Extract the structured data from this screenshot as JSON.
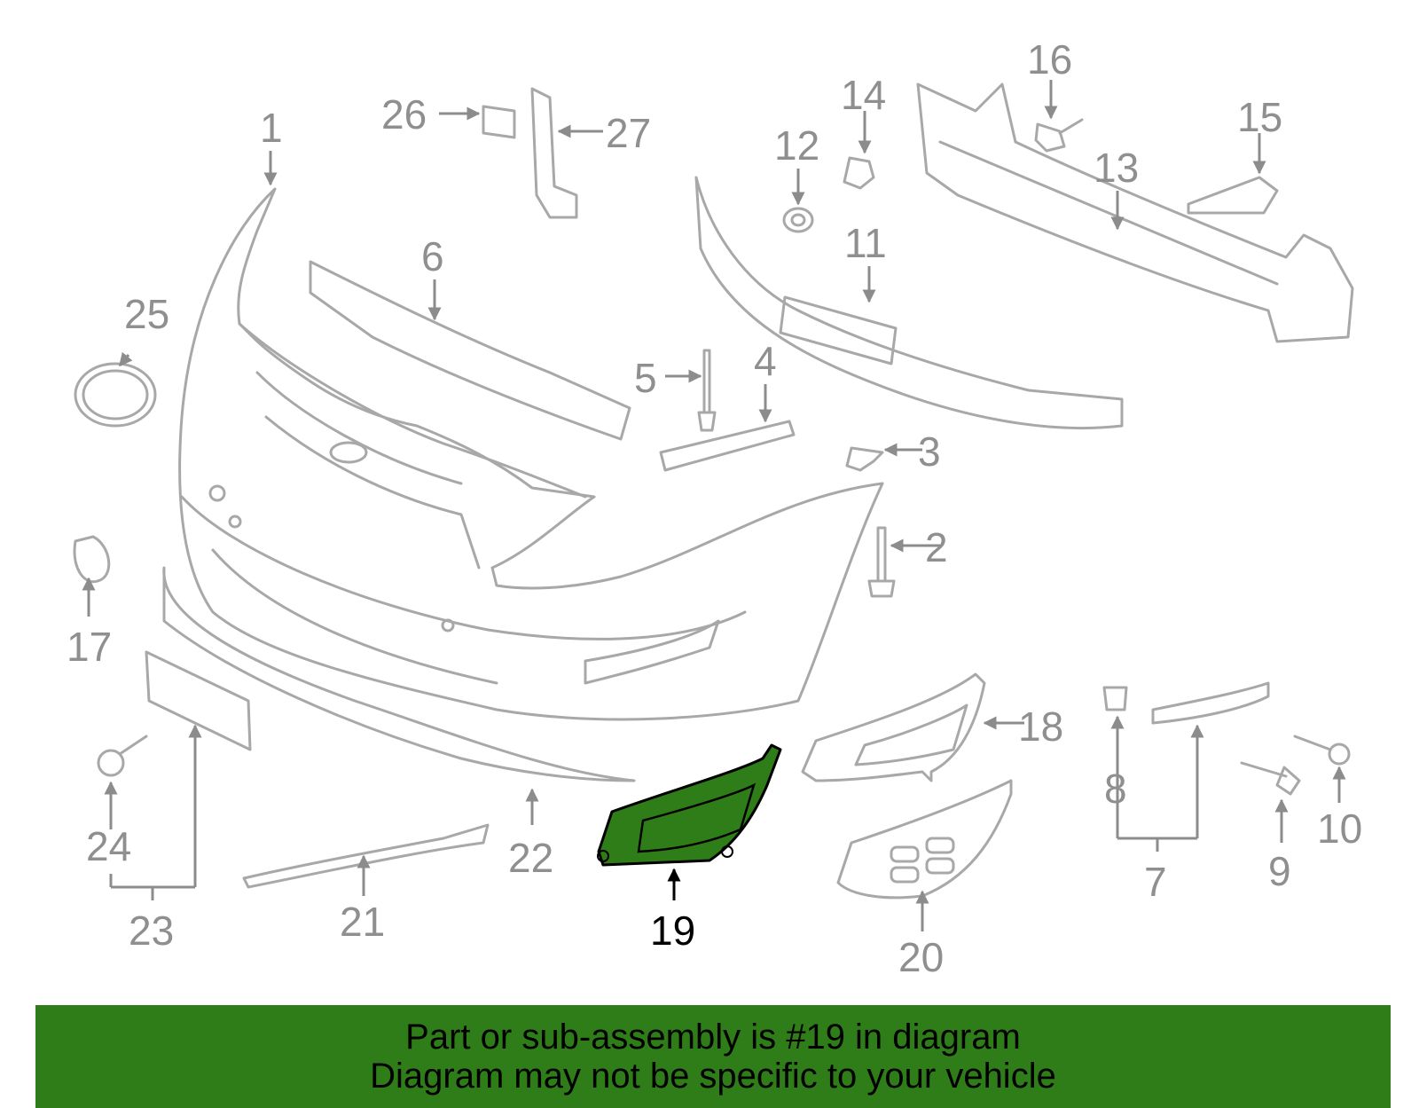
{
  "diagram": {
    "highlight_color": "#2e7d18",
    "callouts": {
      "c1": "1",
      "c2": "2",
      "c3": "3",
      "c4": "4",
      "c5": "5",
      "c6": "6",
      "c7": "7",
      "c8": "8",
      "c9": "9",
      "c10": "10",
      "c11": "11",
      "c12": "12",
      "c13": "13",
      "c14": "14",
      "c15": "15",
      "c16": "16",
      "c17": "17",
      "c18": "18",
      "c19": "19",
      "c20": "20",
      "c21": "21",
      "c22": "22",
      "c23": "23",
      "c24": "24",
      "c25": "25",
      "c26": "26",
      "c27": "27"
    },
    "highlighted_part": "19"
  },
  "banner": {
    "line1": "Part or sub-assembly is #19 in diagram",
    "line2": "Diagram may not be specific to your vehicle",
    "background": "#2e7d18"
  }
}
